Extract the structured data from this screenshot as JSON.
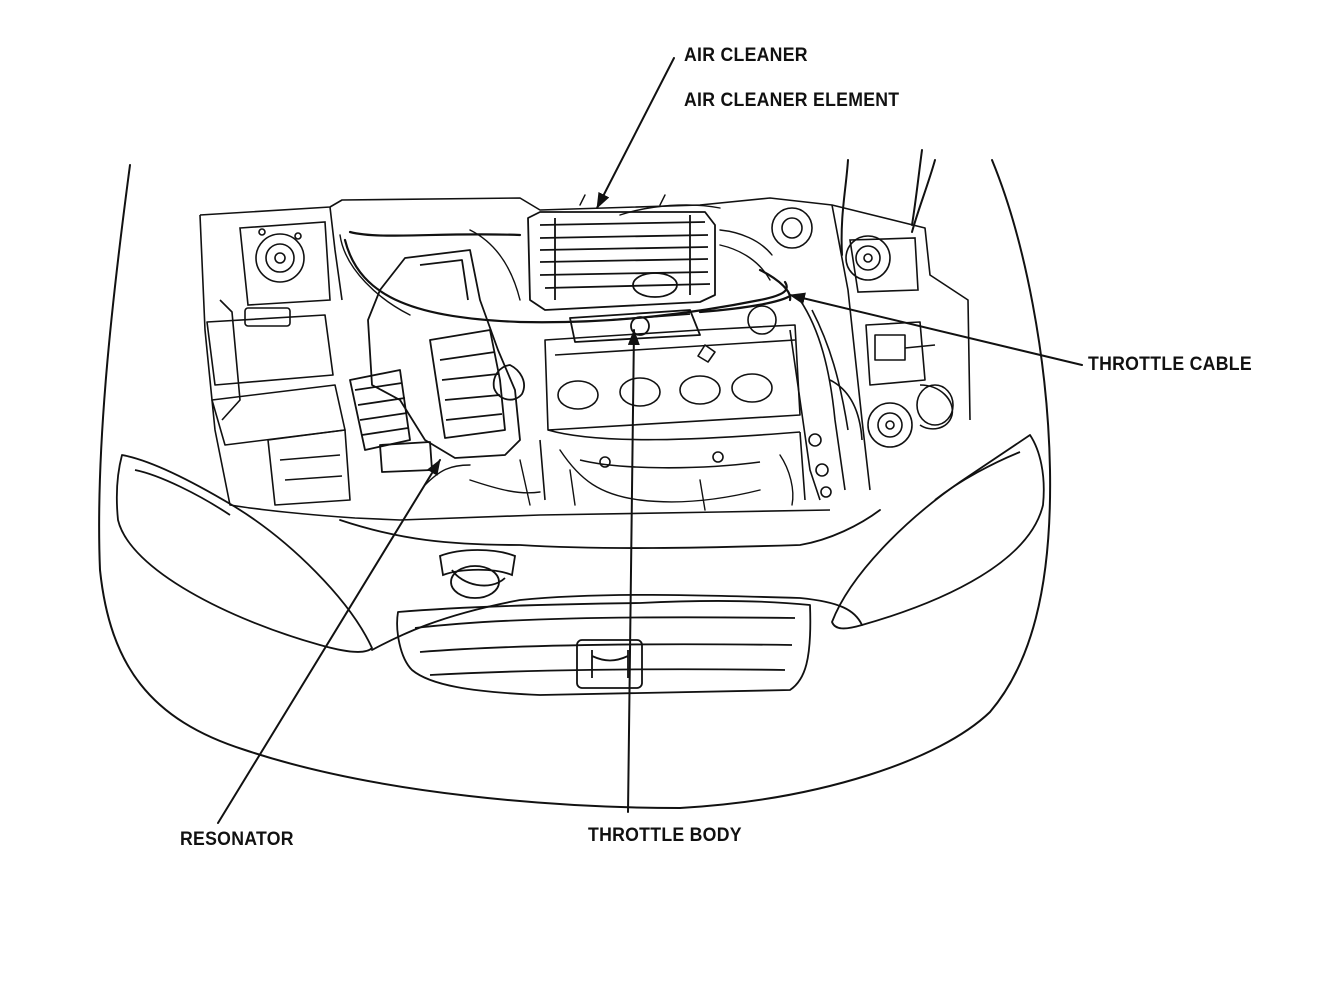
{
  "labels": {
    "air_cleaner": "AIR CLEANER",
    "air_cleaner_element": "AIR CLEANER ELEMENT",
    "throttle_cable": "THROTTLE CABLE",
    "resonator": "RESONATOR",
    "throttle_body": "THROTTLE BODY"
  },
  "colors": {
    "ink": "#111111",
    "background": "#ffffff"
  }
}
